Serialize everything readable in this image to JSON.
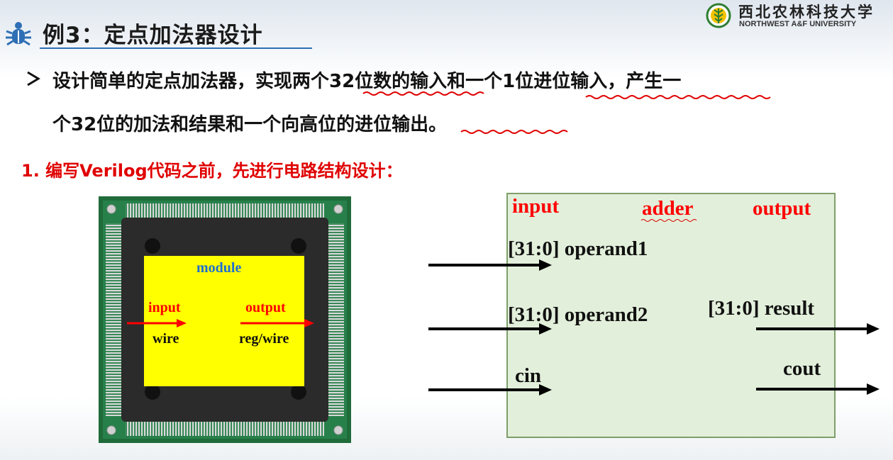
{
  "header": {
    "title": "例3：定点加法器设计",
    "university_cn": "西北农林科技大学",
    "university_en": "NORTHWEST A&F UNIVERSITY"
  },
  "bullet": {
    "line1": "设计简单的定点加法器，实现两个32位数的输入和一个1位进位输入，产生一",
    "line2": "个32位的加法和结果和一个向高位的进位输出。"
  },
  "step1": "1. 编写Verilog代码之前，先进行电路结构设计：",
  "chip": {
    "module": "module",
    "input": "input",
    "wire": "wire",
    "output": "output",
    "regwire": "reg/wire"
  },
  "adder": {
    "input_header": "input",
    "name": "adder",
    "output_header": "output",
    "operand1": "[31:0] operand1",
    "operand2": "[31:0] operand2",
    "cin": "cin",
    "result": "[31:0] result",
    "cout": "cout"
  },
  "colors": {
    "accent_red": "#ff0000",
    "title_underline": "#2f6fb5",
    "chip_yellow": "#ffff00",
    "box_fill": "#e2efda"
  }
}
